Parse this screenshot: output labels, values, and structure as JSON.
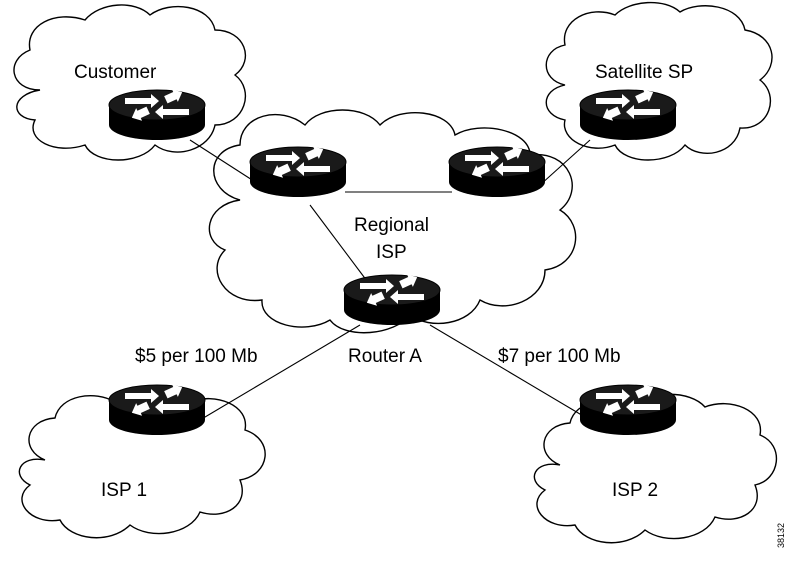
{
  "labels": {
    "customer": "Customer",
    "satellite": "Satellite SP",
    "regional_line1": "Regional",
    "regional_line2": "ISP",
    "router_a": "Router A",
    "isp1": "ISP 1",
    "isp2": "ISP 2",
    "cost_isp1": "$5 per 100 Mb",
    "cost_isp2": "$7 per 100 Mb",
    "figure_id": "38132"
  },
  "icons": {
    "router": "router-icon",
    "cloud": "cloud-icon"
  },
  "colors": {
    "router_fill": "#111111",
    "router_arrows": "#ffffff",
    "line": "#000000"
  }
}
